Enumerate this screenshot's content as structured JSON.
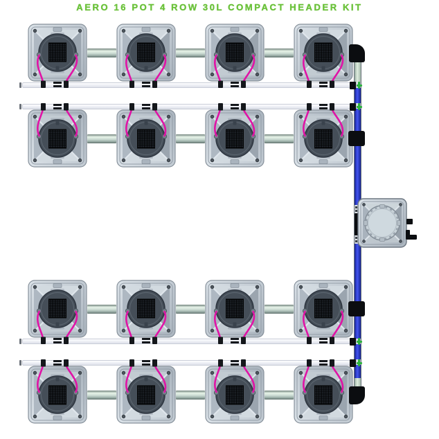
{
  "title": {
    "text": "AERO 16 POT 4 ROW 30L COMPACT HEADER KIT"
  },
  "colors": {
    "title_green": "#6cc23c",
    "tube_pink": "#e013a6",
    "pipe_blue": "#2f3fe8",
    "fitting_green": "#2db33e",
    "fitting_black": "#0b0d10",
    "pot_body_light": "#d7dee4",
    "pot_body_dark": "#b0bac4",
    "white_pipe": "#f3f4f8",
    "gray_pipe": "#c3d4cc"
  },
  "system": {
    "pot_total": 16,
    "pot_volume_label": "30L",
    "rows": [
      {
        "name": "row-1",
        "pots": 4,
        "feed_pipe": "below"
      },
      {
        "name": "row-2",
        "pots": 4,
        "feed_pipe": "above"
      },
      {
        "name": "row-3",
        "pots": 4,
        "feed_pipe": "below"
      },
      {
        "name": "row-4",
        "pots": 4,
        "feed_pipe": "above"
      }
    ],
    "header_tank": {
      "position": "right-middle",
      "count": 1
    }
  }
}
